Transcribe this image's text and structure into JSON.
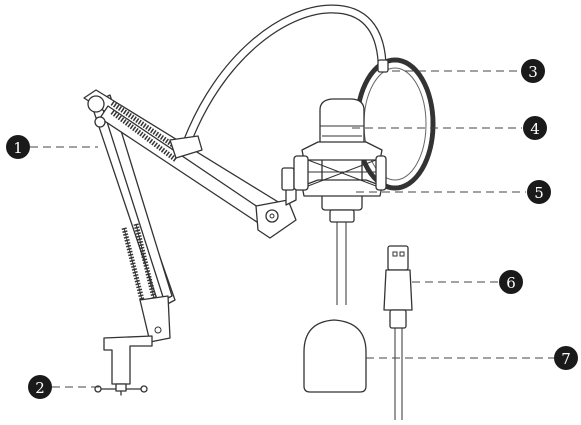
{
  "callouts": [
    {
      "id": "1",
      "label": "1"
    },
    {
      "id": "2",
      "label": "2"
    },
    {
      "id": "3",
      "label": "3"
    },
    {
      "id": "4",
      "label": "4"
    },
    {
      "id": "5",
      "label": "5"
    },
    {
      "id": "6",
      "label": "6"
    },
    {
      "id": "7",
      "label": "7"
    }
  ],
  "colors": {
    "ink": "#333333",
    "badge": "#1a1a1a",
    "background": "#ffffff"
  }
}
